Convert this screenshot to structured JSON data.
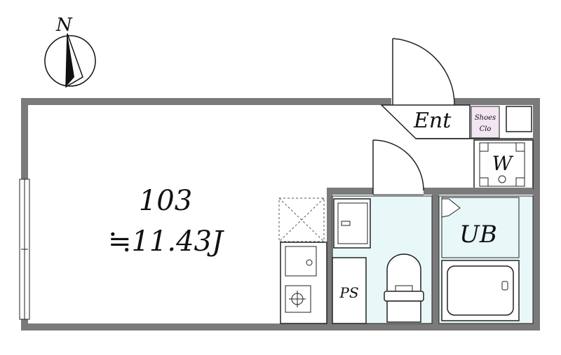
{
  "compass": {
    "north_label": "N",
    "icon": "north-arrow-icon"
  },
  "room": {
    "number": "103",
    "area": "≒11.43J"
  },
  "labels": {
    "entrance": "Ent",
    "shoes_line1": "Shoes",
    "shoes_line2": "Clo",
    "washer": "W",
    "unit_bath": "UB",
    "pipe_space": "PS"
  },
  "colors": {
    "wall": "#7a7a7a",
    "line": "#222222",
    "wet_area": "#e8f7f8",
    "shoes_closet": "#f3e6f3"
  }
}
